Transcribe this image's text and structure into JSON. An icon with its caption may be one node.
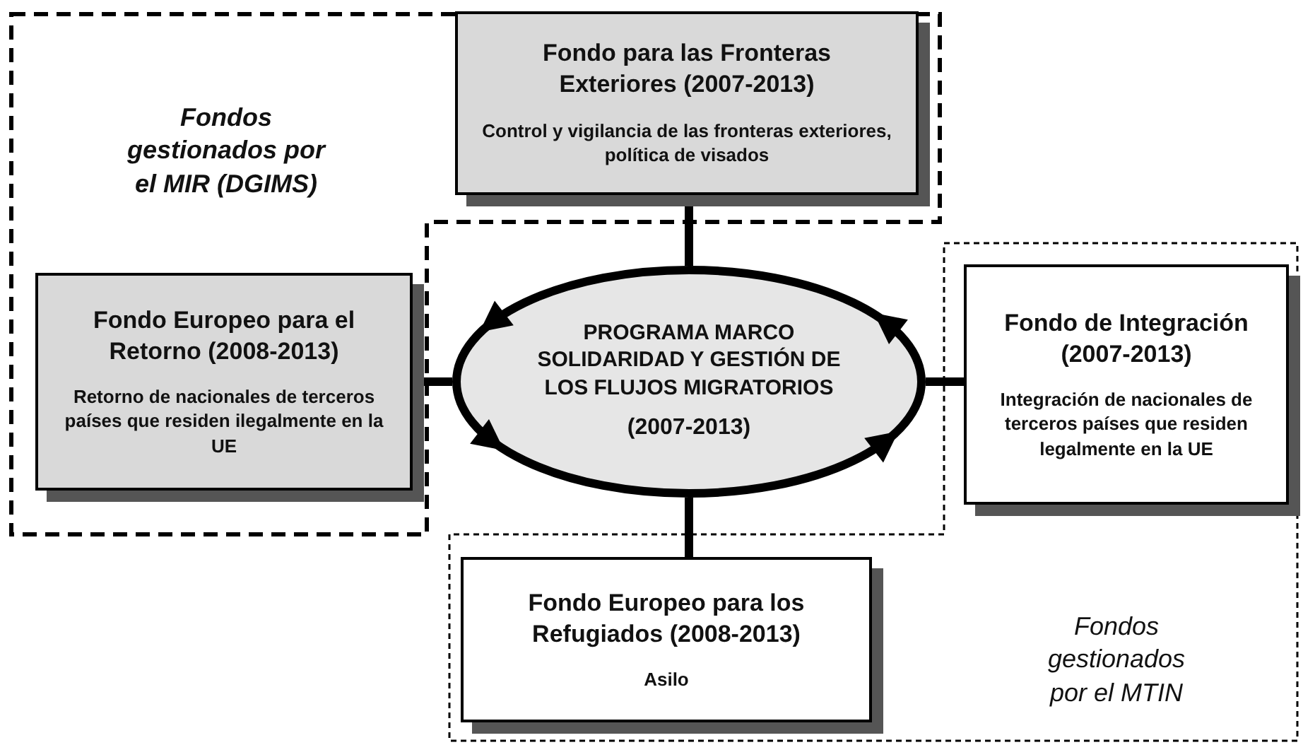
{
  "diagram": {
    "nodes": [
      {
        "text": [
          "Fondo para las Fronteras Exteriores (2007-2013)",
          "Control y vigilancia de las fronteras exteriores, política de visados"
        ]
      },
      {
        "text": [
          "Fondo Europeo para el Retorno (2008-2013)",
          "Retorno de nacionales de terceros países que residen ilegalmente en la UE"
        ]
      },
      {
        "text": [
          "PROGRAMA MARCO SOLIDARIDAD Y GESTIÓN DE LOS FLUJOS MIGRATORIOS",
          "(2007-2013)"
        ]
      },
      {
        "text": [
          "Fondo de Integración (2007-2013)",
          "Integración de nacionales de terceros países que residen legalmente en la UE"
        ]
      },
      {
        "text": [
          "Fondo Europeo para los Refugiados (2008-2013)",
          "Asilo"
        ]
      }
    ],
    "edges": [
      {
        "from": 2,
        "to": 0,
        "arrow": "none"
      },
      {
        "from": 2,
        "to": 1,
        "arrow": "none"
      },
      {
        "from": 2,
        "to": 3,
        "arrow": "none"
      },
      {
        "from": 2,
        "to": 4,
        "arrow": "none"
      }
    ],
    "labels": [
      "Fondos gestionados por el MIR (DGIMS)",
      "Fondos gestionados por el MTIN"
    ]
  }
}
